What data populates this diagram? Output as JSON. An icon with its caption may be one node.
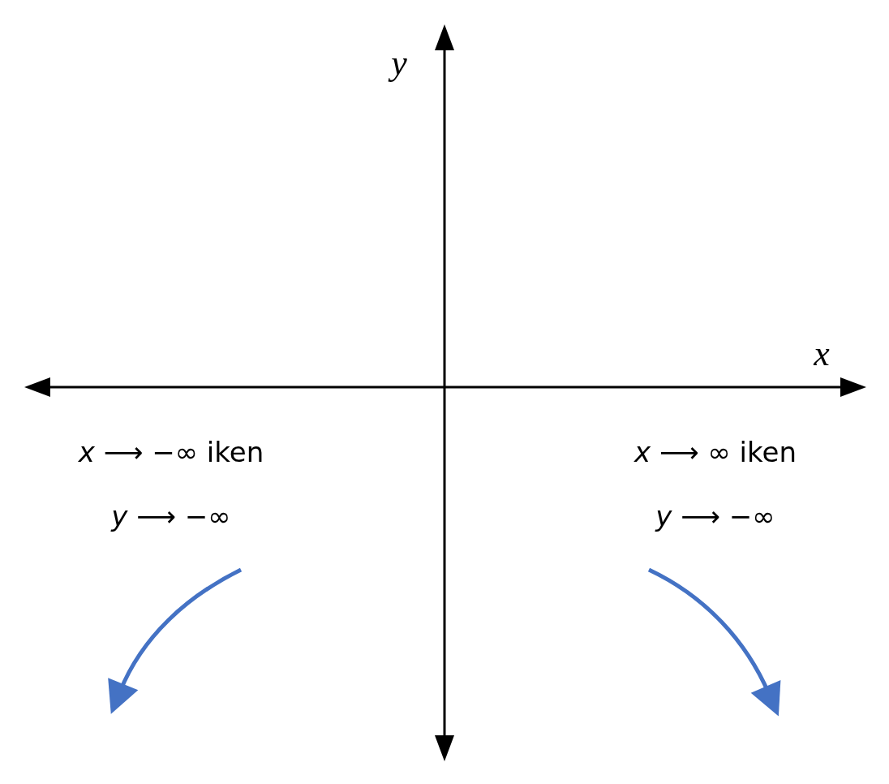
{
  "diagram": {
    "labels": [
      "y",
      "x",
      "*x* ⟶ −∞ iken",
      "*y* ⟶ −∞",
      "*x* ⟶ ∞ iken",
      "*y* ⟶ −∞"
    ]
  }
}
